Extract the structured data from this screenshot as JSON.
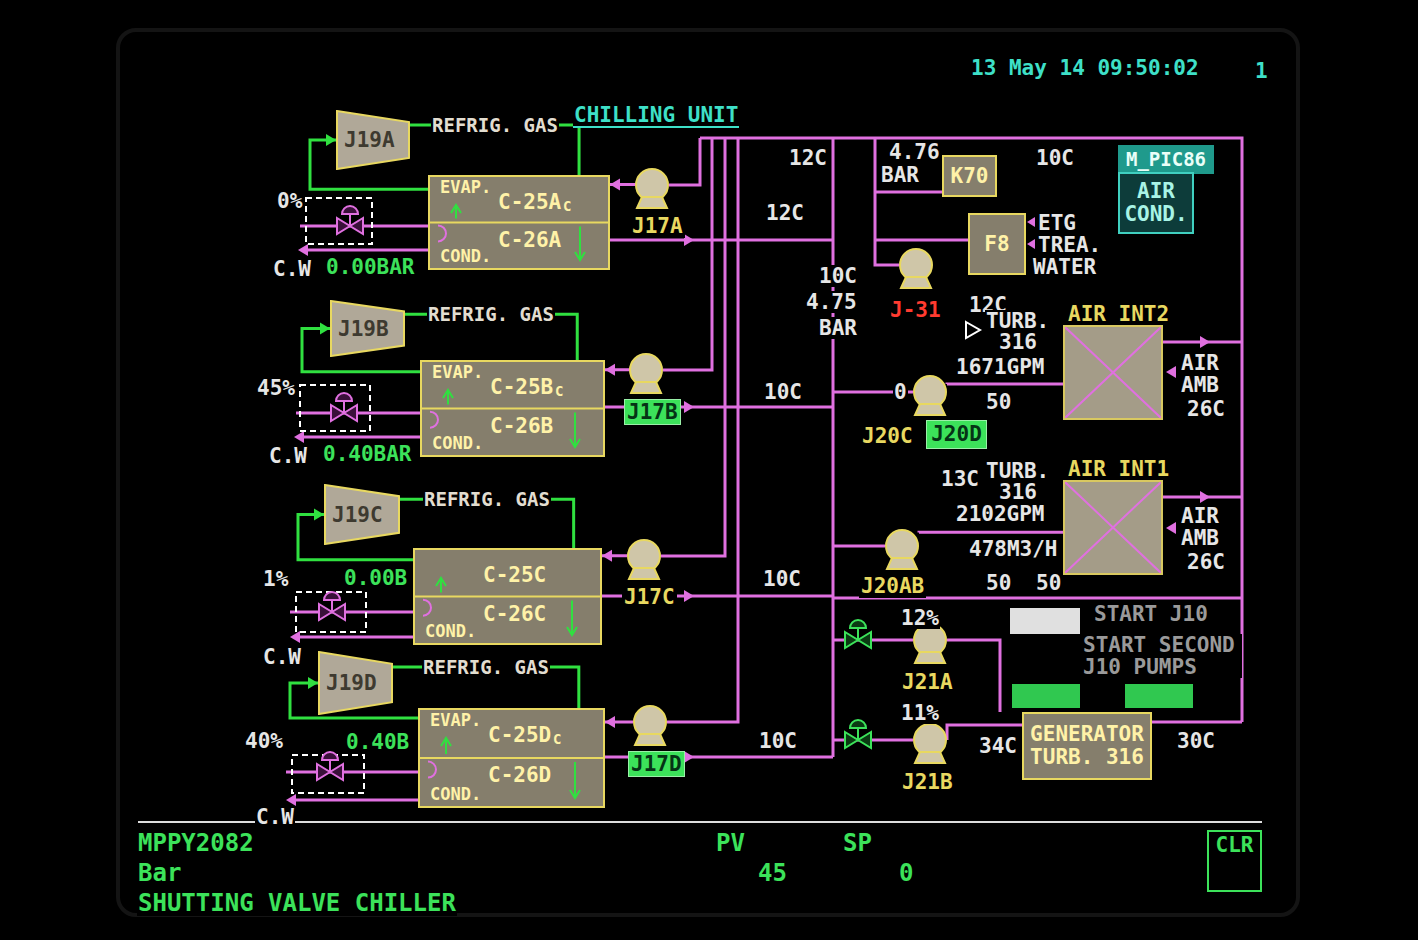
{
  "diagram": {
    "title": "CHILLING UNIT",
    "nodes": [
      {
        "text": [
          "J19A"
        ]
      },
      {
        "text": [
          "EVAP.",
          "C-25A",
          "C",
          "C-26A",
          "COND."
        ]
      },
      {
        "text": [
          "J17A"
        ]
      },
      {
        "text": [
          "J19B"
        ]
      },
      {
        "text": [
          "EVAP.",
          "C-25B",
          "C",
          "C-26B",
          "COND."
        ]
      },
      {
        "text": [
          "J17B"
        ]
      },
      {
        "text": [
          "J19C"
        ]
      },
      {
        "text": [
          "C-25C",
          "C-26C",
          "COND."
        ]
      },
      {
        "text": [
          "J17C"
        ]
      },
      {
        "text": [
          "J19D"
        ]
      },
      {
        "text": [
          "EVAP.",
          "C-25D",
          "C",
          "C-26D",
          "COND."
        ]
      },
      {
        "text": [
          "J17D"
        ]
      },
      {
        "text": [
          "M_PIC86"
        ]
      },
      {
        "text": [
          "K70"
        ]
      },
      {
        "text": [
          "F8"
        ]
      },
      {
        "text": [
          "J-31"
        ]
      },
      {
        "text": [
          "AIR COND."
        ]
      },
      {
        "text": [
          "AIR INT2"
        ]
      },
      {
        "text": [
          "J20C"
        ]
      },
      {
        "text": [
          "J20D"
        ]
      },
      {
        "text": [
          "AIR INT1"
        ]
      },
      {
        "text": [
          "J20AB"
        ]
      },
      {
        "text": [
          "J21A"
        ]
      },
      {
        "text": [
          "J21B"
        ]
      },
      {
        "text": [
          "GENERATOR",
          "TURB. 316"
        ]
      },
      {
        "text": [
          "CLR"
        ]
      }
    ],
    "edges": [
      {
        "from": 0,
        "to": 1,
        "label": "REFRIG. GAS",
        "arrow": "none"
      },
      {
        "from": 1,
        "to": 0,
        "arrow": "to"
      },
      {
        "from": 2,
        "to": 1,
        "arrow": "to"
      },
      {
        "from": 3,
        "to": 4,
        "label": "REFRIG. GAS",
        "arrow": "none"
      },
      {
        "from": 4,
        "to": 3,
        "arrow": "to"
      },
      {
        "from": 5,
        "to": 4,
        "arrow": "to"
      },
      {
        "from": 6,
        "to": 7,
        "label": "REFRIG. GAS",
        "arrow": "none"
      },
      {
        "from": 7,
        "to": 6,
        "arrow": "to"
      },
      {
        "from": 8,
        "to": 7,
        "arrow": "to"
      },
      {
        "from": 9,
        "to": 10,
        "label": "REFRIG. GAS",
        "arrow": "none"
      },
      {
        "from": 10,
        "to": 9,
        "arrow": "to"
      },
      {
        "from": 11,
        "to": 10,
        "arrow": "to"
      },
      {
        "from": 18,
        "to": 17,
        "arrow": "none"
      },
      {
        "from": 21,
        "to": 20,
        "arrow": "none"
      },
      {
        "from": 23,
        "to": 24,
        "arrow": "none"
      }
    ],
    "labels": [
      "13 May 14 09:50:02",
      "1",
      "0%",
      "C.W",
      "0.00BAR",
      "12C",
      "12C",
      "4.76",
      "BAR",
      "10C",
      "ETG",
      "TREA.",
      "WATER",
      "10C",
      "4.75",
      "BAR",
      "12C",
      "TURB.",
      "316",
      "1671GPM",
      "AIR AMB",
      "26C",
      "45%",
      "C.W",
      "0.40BAR",
      "10C",
      "0",
      "50",
      "13C",
      "TURB.",
      "316",
      "2102GPM",
      "478M3/H",
      "AIR AMB",
      "26C",
      "1%",
      "0.00B",
      "C.W",
      "10C",
      "50",
      "50",
      "START J10",
      "12%",
      "START SECOND J10 PUMPS",
      "40%",
      "0.40B",
      "C.W",
      "10C",
      "11%",
      "34C",
      "30C",
      "MPPY2082",
      "Bar",
      "SHUTTING VALVE CHILLER",
      "PV",
      "SP",
      "45",
      "0"
    ]
  }
}
